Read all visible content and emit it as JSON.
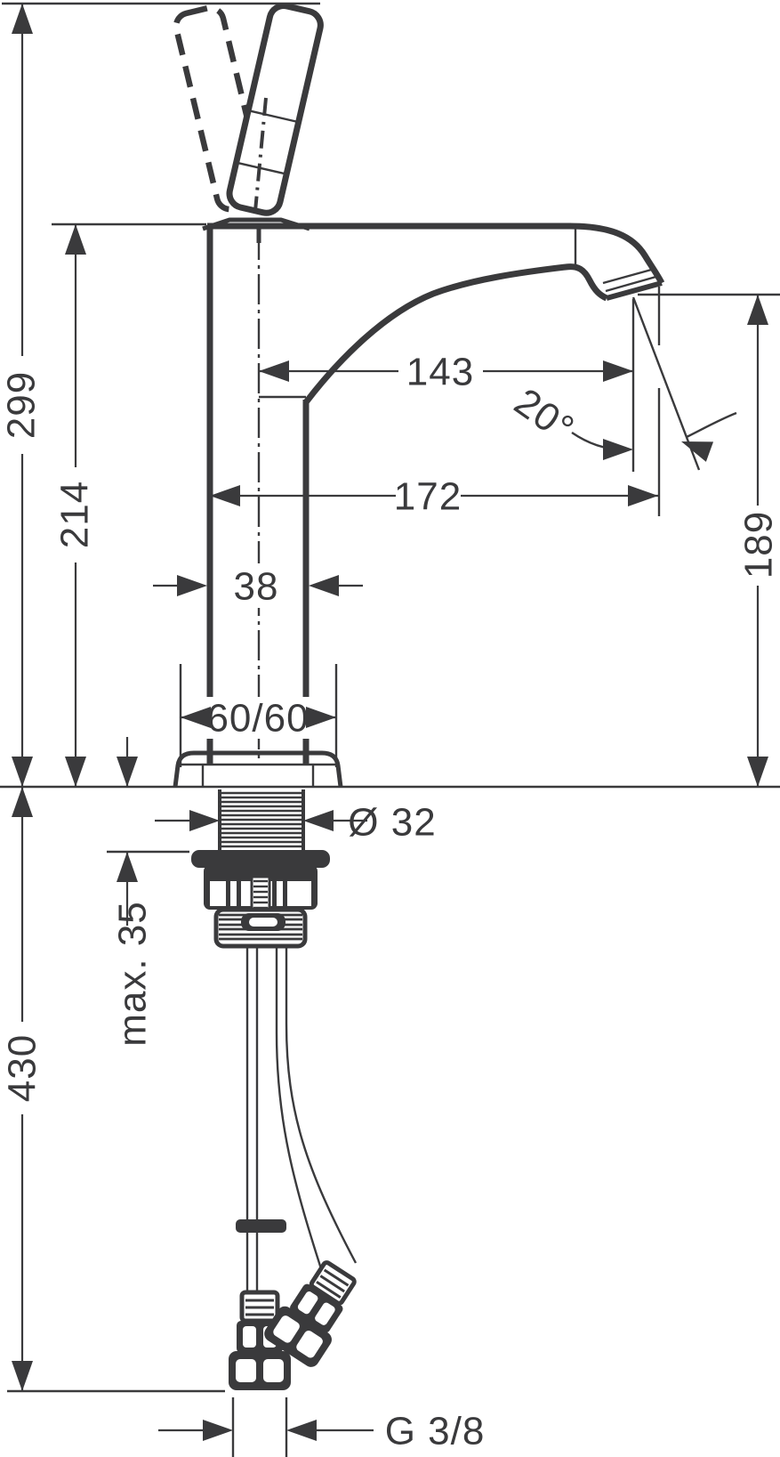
{
  "drawing": {
    "type": "technical-dimension-drawing",
    "subject": "single-lever tall basin mixer faucet, side elevation with installation dimensions",
    "line_color": "#3a3a3c",
    "background_color": "#ffffff",
    "dimensions": {
      "height_overall": "299",
      "height_to_body_top": "214",
      "spout_reach": "143",
      "spout_angle": "20°",
      "total_reach": "172",
      "body_width": "38",
      "outlet_height": "189",
      "base_dimensions": "60/60",
      "shank_diameter": "Ø 32",
      "max_deck_thickness": "max. 35",
      "hose_length": "430",
      "connection_thread": "G 3/8"
    }
  }
}
